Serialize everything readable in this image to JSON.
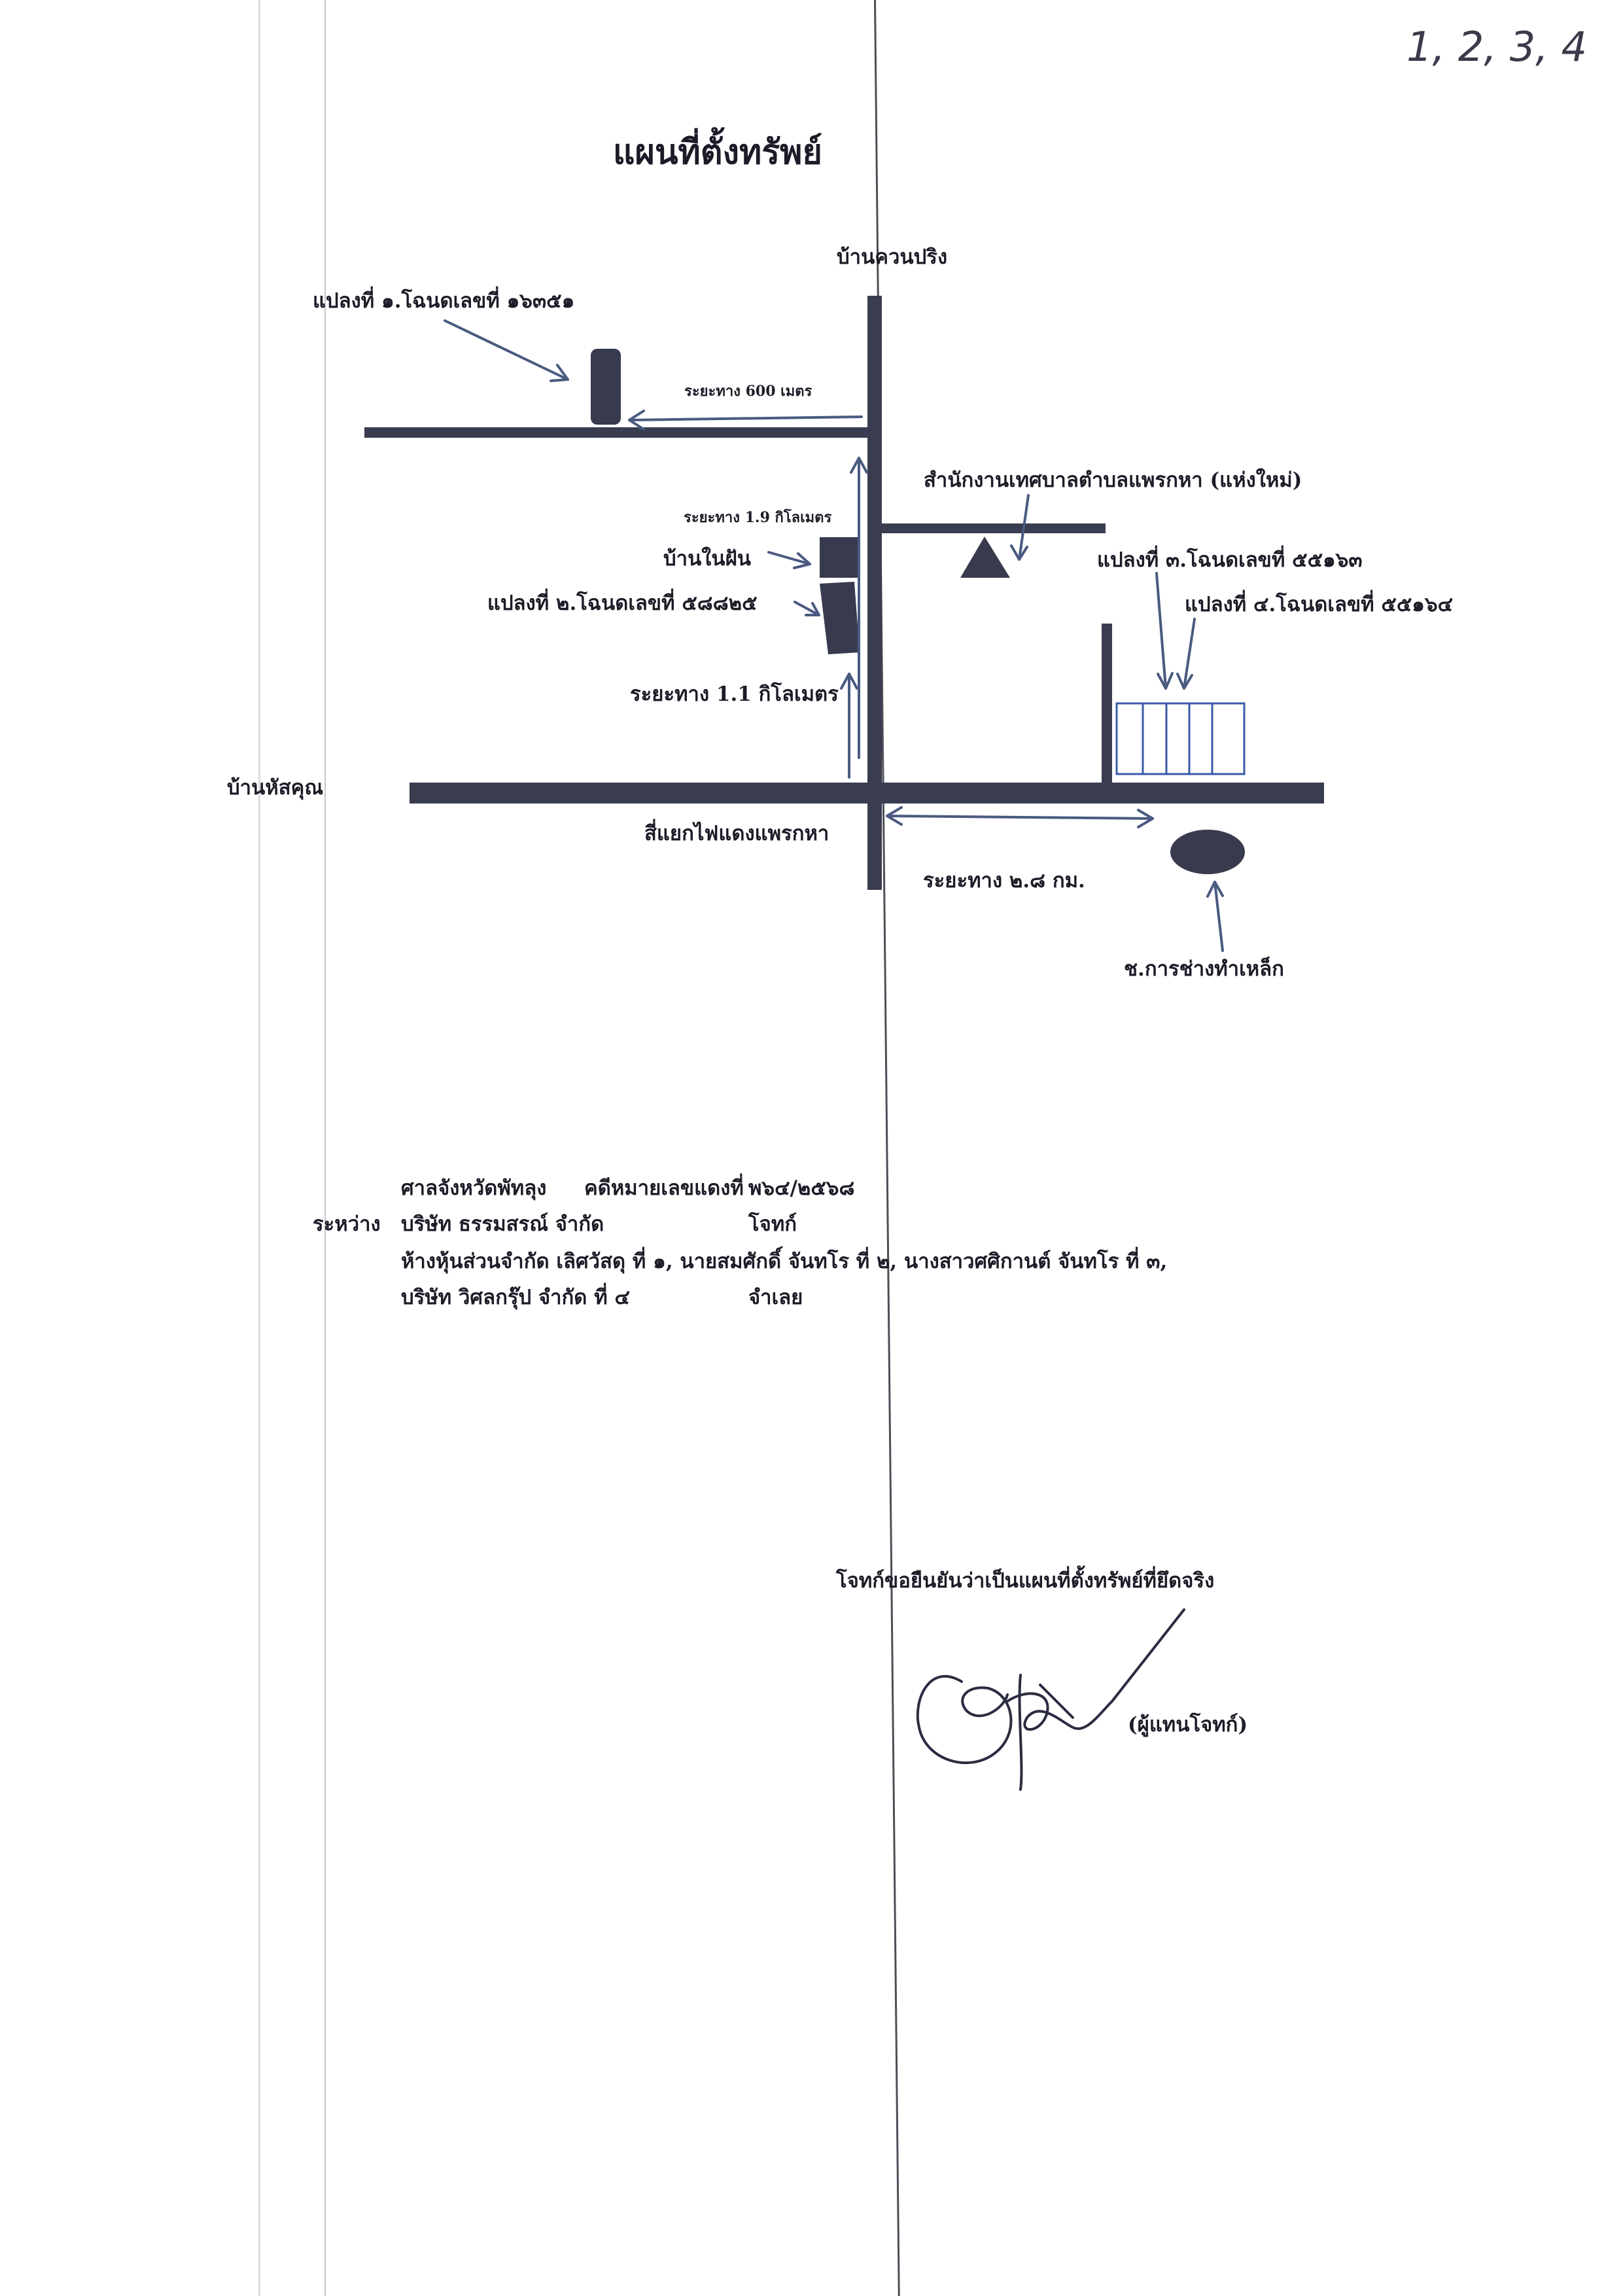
{
  "page_number_mark": "1, 2, 3, 4",
  "title": "แผนที่ตั้งทรัพย์",
  "map": {
    "labels": {
      "north": "บ้านควนปริง",
      "west": "บ้านหัสคุณ",
      "parcel_1": "แปลงที่ ๑.โฉนดเลขที่ ๑๖๓๕๑",
      "dist_600": "ระยะทาง 600 เมตร",
      "office": "สำนักงานเทศบาลตำบลแพรกหา (แห่งใหม่)",
      "dist_1_9": "ระยะทาง 1.9 กิโลเมตร",
      "ban_nai_fan": "บ้านในฝัน",
      "parcel_2": "แปลงที่ ๒.โฉนดเลขที่ ๕๘๘๒๕",
      "parcel_3": "แปลงที่ ๓.โฉนดเลขที่ ๕๕๑๖๓",
      "parcel_4": "แปลงที่ ๔.โฉนดเลขที่ ๕๕๑๖๔",
      "dist_1_1": "ระยะทาง 1.1 กิโลเมตร",
      "intersection": "สี่แยกไฟแดงแพรกหา",
      "dist_2_8": "ระยะทาง ๒.๘ กม.",
      "ironworks": "ช.การช่างทำเหล็ก"
    }
  },
  "case": {
    "court": "ศาลจังหวัดพัทลุง",
    "case_no_label": "คดีหมายเลขแดงที่",
    "case_no": "พ๖๔/๒๕๖๘",
    "between_label": "ระหว่าง",
    "plaintiff": "บริษัท ธรรมสรณ์ จำกัด",
    "plaintiff_role": "โจทก์",
    "defendants_line1": "ห้างหุ้นส่วนจำกัด เลิศวัสดุ ที่ ๑, นายสมศักดิ์ จันทโร ที่ ๒, นางสาวศศิกานต์ จันทโร ที่ ๓,",
    "defendants_line2": "บริษัท วิศลกรุ๊ป จำกัด ที่ ๔",
    "defendant_role": "จำเลย"
  },
  "certification": "โจทก์ขอยืนยันว่าเป็นแผนที่ตั้งทรัพย์ที่ยึดจริง",
  "signer_role": "(ผู้แทนโจทก์)",
  "colors": {
    "road": "#3a3c50",
    "arrow": "#4a5a80",
    "plot_outline": "#3a5aa8",
    "text": "#1c1c28"
  }
}
